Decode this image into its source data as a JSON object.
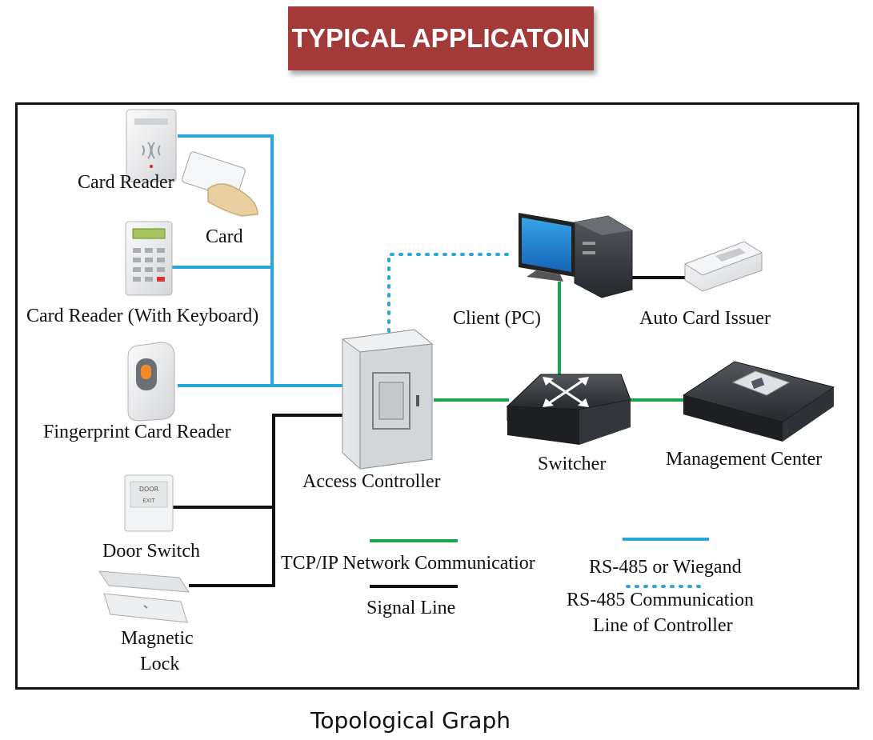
{
  "banner": {
    "title": "TYPICAL APPLICATOIN"
  },
  "caption": "Topological Graph",
  "colors": {
    "network_line": "#1aa64a",
    "rs485_line": "#2aa7d6",
    "signal_line": "#111111",
    "banner": "#a33a3a"
  },
  "nodes": {
    "card_reader": "Card Reader",
    "card": "Card",
    "card_reader_keyboard": "Card Reader (With Keyboard)",
    "fingerprint_reader": "Fingerprint Card Reader",
    "door_switch": "Door Switch",
    "magnetic_lock_1": "Magnetic",
    "magnetic_lock_2": "Lock",
    "access_controller": "Access Controller",
    "client_pc": "Client (PC)",
    "auto_card_issuer": "Auto Card Issuer",
    "switcher": "Switcher",
    "management_center": "Management Center",
    "door_plate_1": "DOOR",
    "door_plate_2": "EXIT"
  },
  "legend": {
    "tcpip": "TCP/IP Network Communicatior",
    "signal": "Signal Line",
    "rs485_wiegand": "RS-485 or Wiegand",
    "rs485_controller_1": "RS-485 Communication",
    "rs485_controller_2": "Line of Controller"
  }
}
